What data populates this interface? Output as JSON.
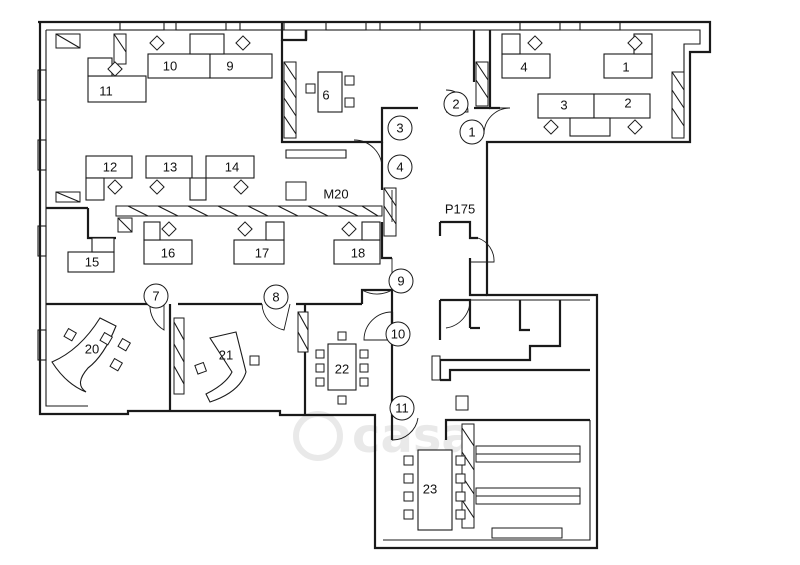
{
  "workstations": [
    "1",
    "2",
    "3",
    "4",
    "9",
    "10",
    "11",
    "12",
    "13",
    "14",
    "15",
    "16",
    "17",
    "18"
  ],
  "rooms": [
    "6",
    "20",
    "21",
    "22",
    "23"
  ],
  "area_labels": [
    "M20",
    "P175"
  ],
  "doors": [
    "1",
    "2",
    "3",
    "4",
    "7",
    "8",
    "9",
    "10",
    "11"
  ],
  "watermark": "casa"
}
